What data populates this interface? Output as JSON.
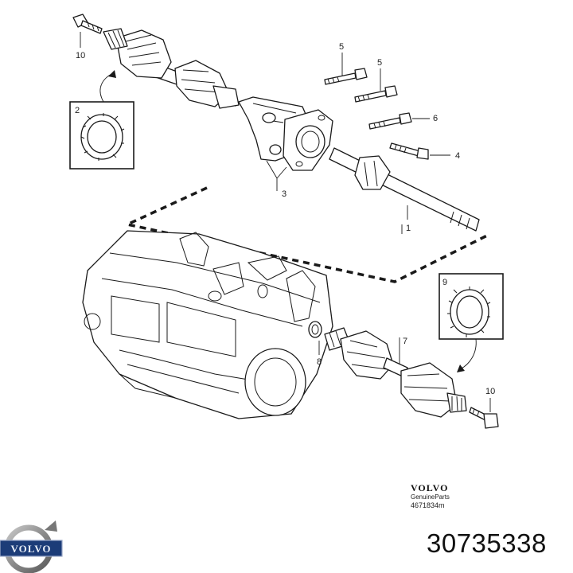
{
  "callouts": {
    "c1": "1",
    "c2": "2",
    "c3": "3",
    "c4": "4",
    "c5a": "5",
    "c5b": "5",
    "c6": "6",
    "c7": "7",
    "c8": "8",
    "c9": "9",
    "c10a": "10",
    "c10b": "10"
  },
  "brand": {
    "name": "VOLVO",
    "subtitle": "GenuineParts",
    "drawing_code": "4671834m"
  },
  "logo_text": "VOLVO",
  "part_number": "30735338"
}
